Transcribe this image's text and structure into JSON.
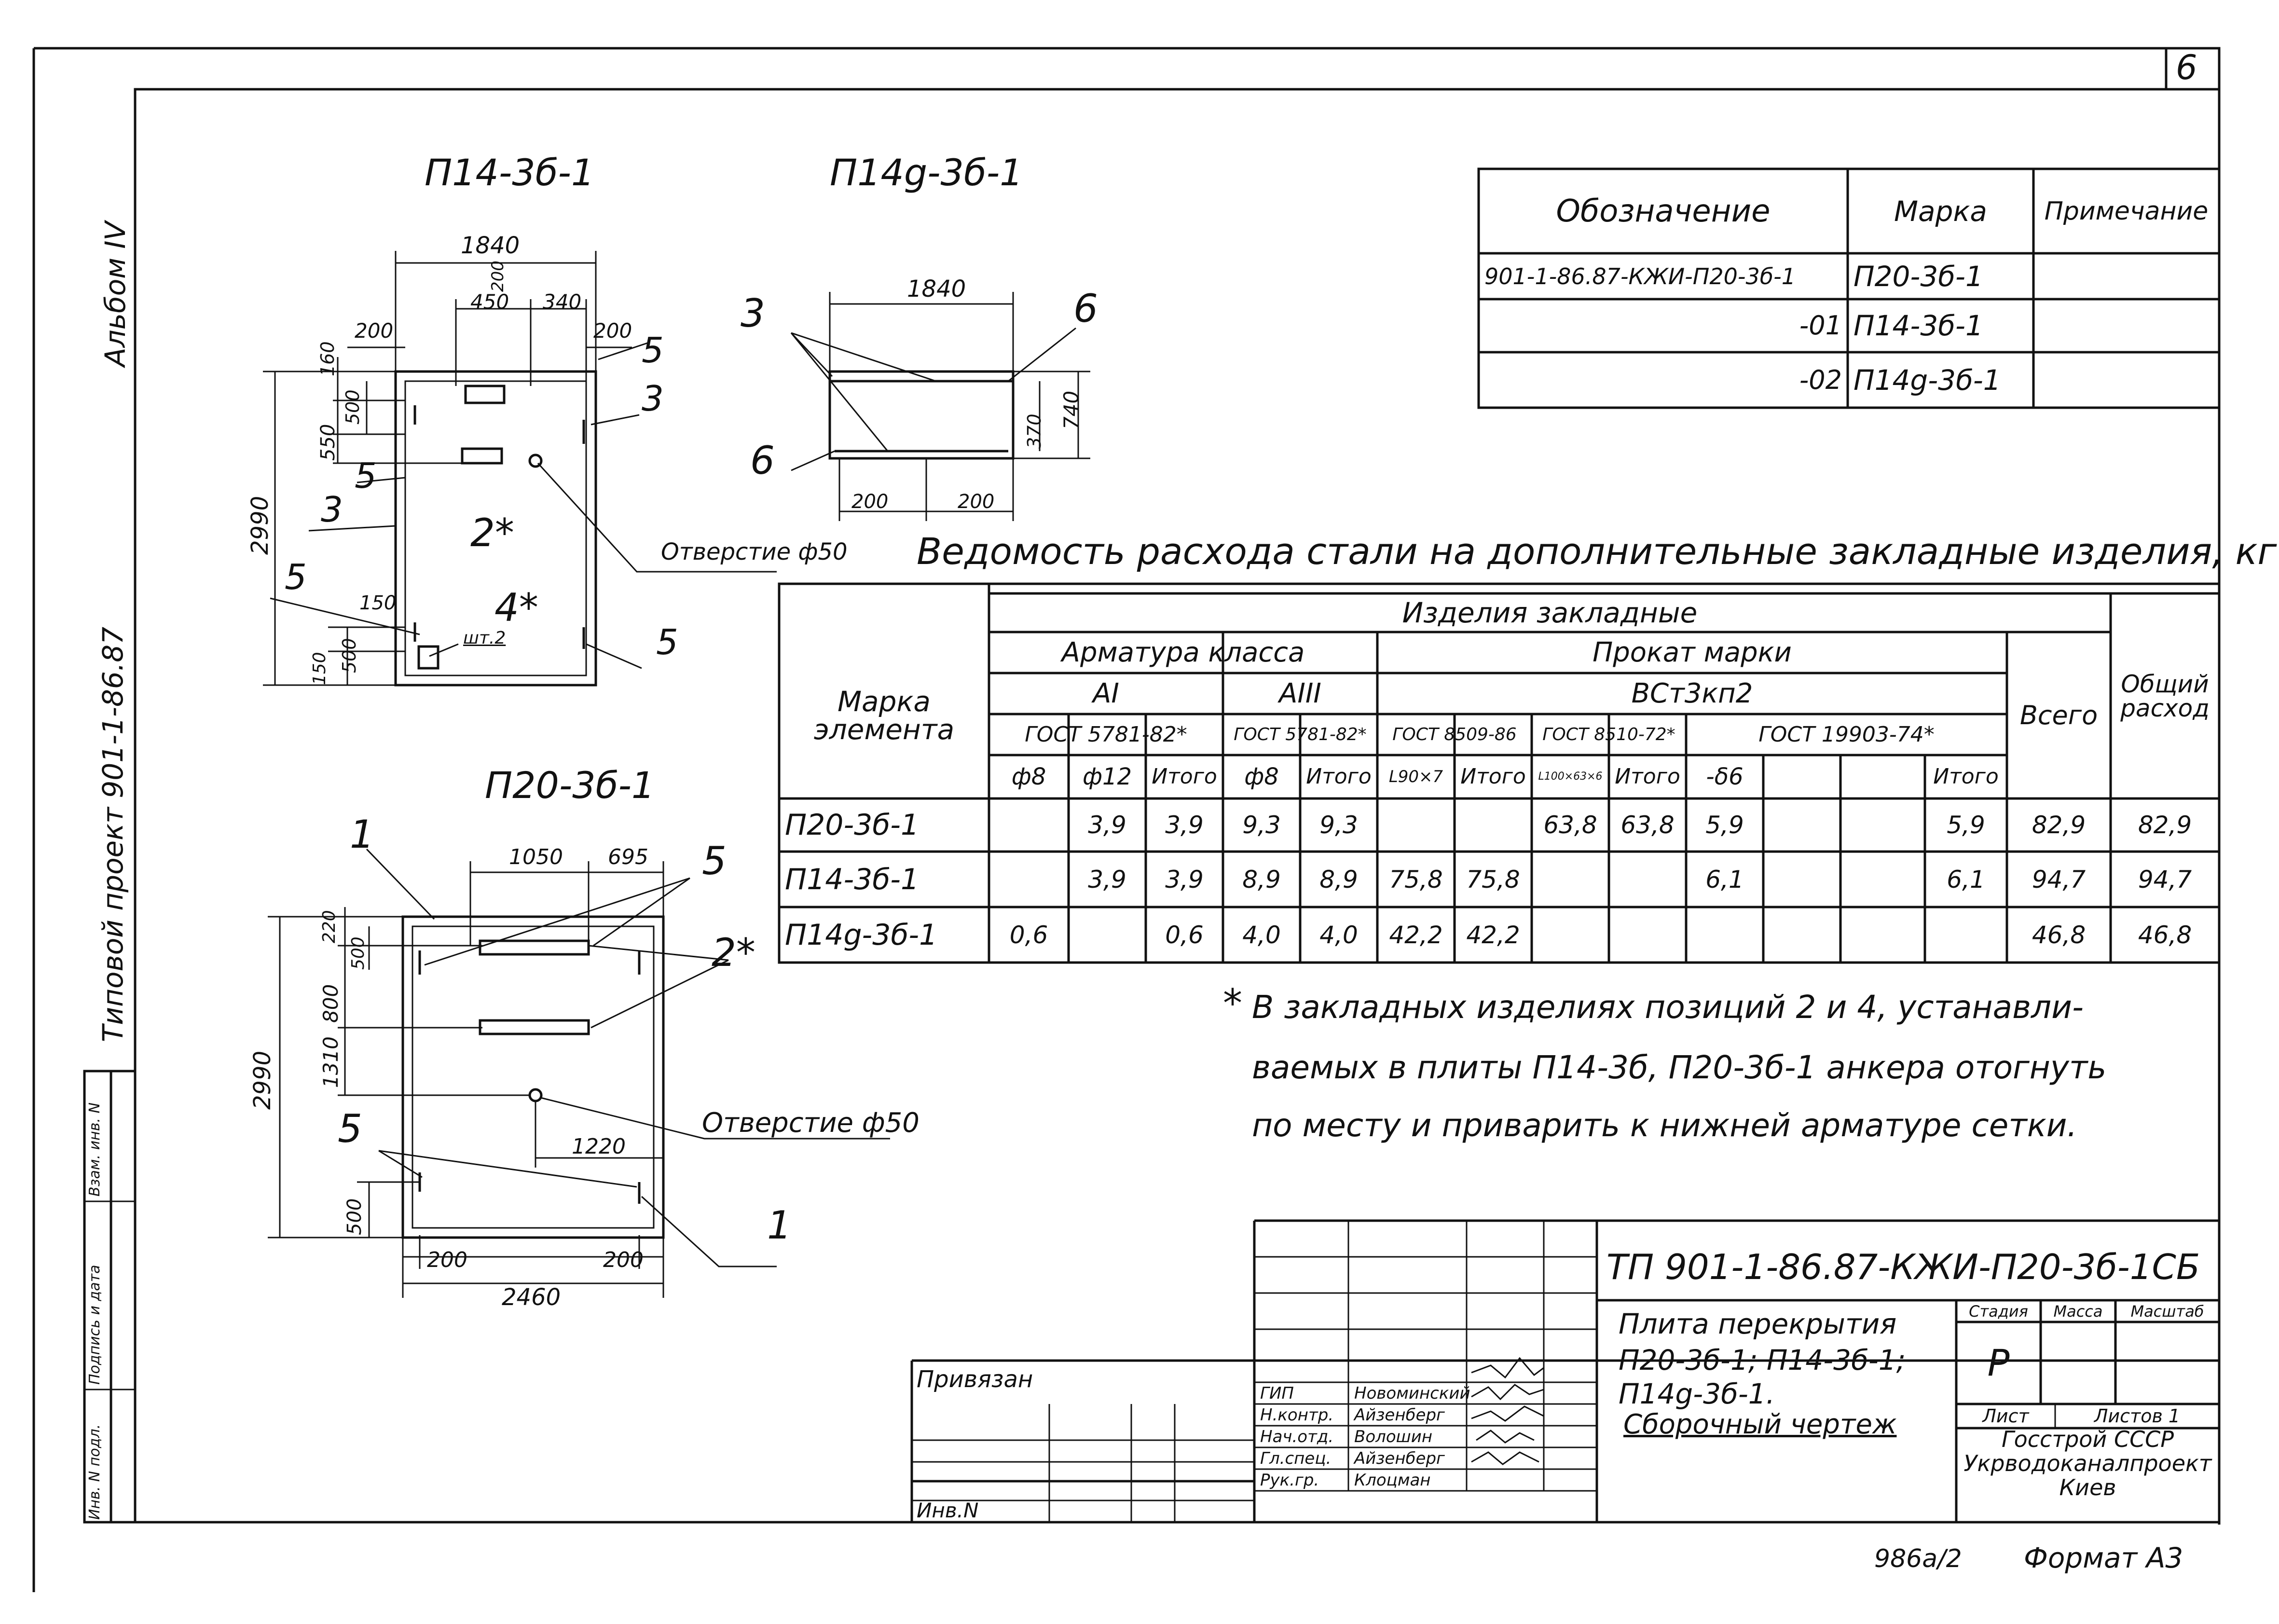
{
  "sheet": {
    "number": "6",
    "album": "Альбом IV",
    "project_vertical": "Типовой проект 901-1-86.87",
    "footer_code": "986а/2",
    "footer_format": "Формат А3"
  },
  "side_stamp": [
    "Инв. N подл.",
    "Подпись и дата",
    "Взам. инв. N"
  ],
  "drawings": {
    "p14": {
      "title": "П14-3б-1",
      "dims": [
        "1840",
        "450",
        "340",
        "200",
        "200",
        "2990",
        "550",
        "500",
        "160",
        "150",
        "500",
        "150",
        "200"
      ],
      "labels": [
        "5",
        "3",
        "5",
        "3",
        "2*",
        "5",
        "4*",
        "шт.2",
        "5"
      ],
      "hole": "Отверстие ф50"
    },
    "p14g": {
      "title": "П14g-3б-1",
      "dims": [
        "1840",
        "370",
        "740",
        "200",
        "200"
      ],
      "labels": [
        "3",
        "6",
        "6"
      ]
    },
    "p20": {
      "title": "П20-3б-1",
      "dims": [
        "1050",
        "695",
        "220",
        "500",
        "800",
        "1310",
        "2990",
        "1220",
        "500",
        "200",
        "200",
        "2460"
      ],
      "labels": [
        "1",
        "5",
        "2*",
        "5",
        "1"
      ],
      "hole": "Отверстие ф50"
    }
  },
  "spec_table": {
    "headers": [
      "Обозначение",
      "Марка",
      "Примечание"
    ],
    "rows": [
      {
        "designation": "901-1-86.87-КЖИ-П20-3б-1",
        "mark": "П20-3б-1",
        "note": ""
      },
      {
        "designation": "-01",
        "mark": "П14-3б-1",
        "note": ""
      },
      {
        "designation": "-02",
        "mark": "П14g-3б-1",
        "note": ""
      }
    ]
  },
  "steel": {
    "title": "Ведомость расхода стали на дополнительные закладные изделия, кг",
    "h_element": "Марка элемента",
    "h_group": "Изделия закладные",
    "h_rebar": "Арматура класса",
    "h_rolled": "Прокат марки",
    "h_rolled_grade": "ВСт3кп2",
    "h_total": "Всего",
    "h_overall": "Общий расход",
    "h_ai": "АI",
    "h_aiii": "АIII",
    "h_gost1": "ГОСТ 5781-82*",
    "h_gost2": "ГОСТ 5781-82*",
    "h_gost3": "ГОСТ 8509-86",
    "h_gost4": "ГОСТ 8510-72*",
    "h_gost5": "ГОСТ 19903-74*",
    "sub": [
      "ф8",
      "ф12",
      "Итого",
      "ф8",
      "Итого",
      "L90×7",
      "Итого",
      "L100×63×6",
      "Итого",
      "-δ6",
      "",
      "",
      "Итого"
    ],
    "rows": [
      [
        "П20-3б-1",
        "",
        "3,9",
        "3,9",
        "9,3",
        "9,3",
        "",
        "",
        "63,8",
        "63,8",
        "5,9",
        "",
        "",
        "5,9",
        "82,9",
        "82,9"
      ],
      [
        "П14-3б-1",
        "",
        "3,9",
        "3,9",
        "8,9",
        "8,9",
        "75,8",
        "75,8",
        "",
        "",
        "6,1",
        "",
        "",
        "6,1",
        "94,7",
        "94,7"
      ],
      [
        "П14g-3б-1",
        "0,6",
        "",
        "0,6",
        "4,0",
        "4,0",
        "42,2",
        "42,2",
        "",
        "",
        "",
        "",
        "",
        "",
        "46,8",
        "46,8"
      ]
    ]
  },
  "note": {
    "star": "*",
    "line1": "В закладных изделиях позиций 2 и 4, устанавли-",
    "line2": "ваемых в плиты П14-3б, П20-3б-1 анкера отогнуть",
    "line3": "по месту и приварить к нижней арматуре сетки."
  },
  "titleblock": {
    "code": "ТП 901-1-86.87-КЖИ-П20-3б-1СБ",
    "name1": "Плита перекрытия",
    "name2": "П20-3б-1; П14-3б-1;",
    "name3": "П14g-3б-1.",
    "name4": "Сборочный чертеж",
    "stage_h": "Стадия",
    "mass_h": "Масса",
    "scale_h": "Масштаб",
    "stage": "Р",
    "sheet_h": "Лист",
    "sheets_h": "Листов 1",
    "org1": "Госстрой СССР",
    "org2": "Укрводоканалпроект",
    "org3": "Киев",
    "privyazan": "Привязан",
    "inv": "Инв.N",
    "people": [
      {
        "role": "ГИП",
        "name": "Новоминский"
      },
      {
        "role": "Н.контр.",
        "name": "Айзенберг"
      },
      {
        "role": "Нач.отд.",
        "name": "Волошин"
      },
      {
        "role": "Гл.спец.",
        "name": "Айзенберг"
      },
      {
        "role": "Рук.гр.",
        "name": "Клоцман"
      }
    ]
  }
}
